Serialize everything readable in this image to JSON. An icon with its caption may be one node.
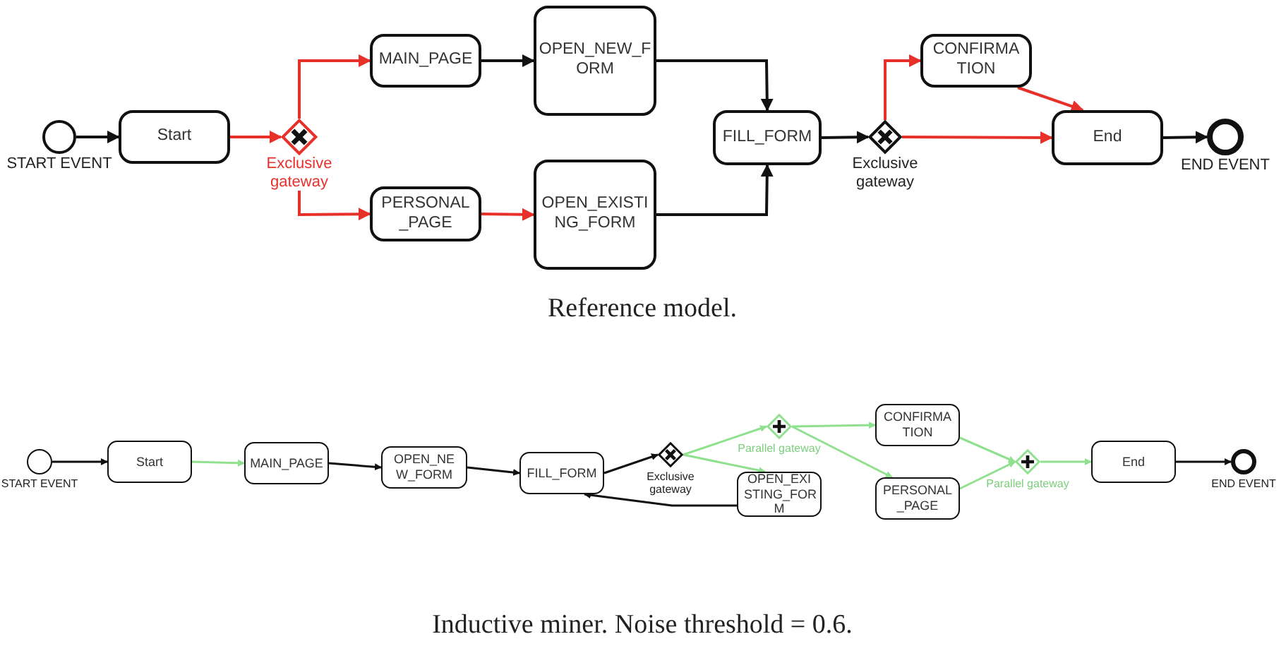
{
  "diagram": {
    "nodes": [
      {
        "text": [],
        "shape": "circle",
        "beside": [
          "START EVENT"
        ]
      },
      {
        "text": [
          "Start"
        ]
      },
      {
        "text": [],
        "shape": "diamond",
        "beside": [
          "Exclusive gateway"
        ]
      },
      {
        "text": [
          "MAIN_PAGE"
        ]
      },
      {
        "text": [
          "PERSONAL _PAGE"
        ]
      },
      {
        "text": [
          "OPEN_NEW_F ORM"
        ]
      },
      {
        "text": [
          "OPEN_EXISTI NG_FORM"
        ]
      },
      {
        "text": [
          "FILL_FORM"
        ]
      },
      {
        "text": [],
        "shape": "diamond",
        "beside": [
          "Exclusive gateway"
        ]
      },
      {
        "text": [
          "CONFIRMA TION"
        ]
      },
      {
        "text": [
          "End"
        ]
      },
      {
        "text": [],
        "shape": "circle",
        "beside": [
          "END EVENT"
        ]
      },
      {
        "text": [],
        "shape": "circle",
        "beside": [
          "START EVENT"
        ]
      },
      {
        "text": [
          "Start"
        ]
      },
      {
        "text": [
          "MAIN_PAGE"
        ]
      },
      {
        "text": [
          "OPEN_NE W_FORM"
        ]
      },
      {
        "text": [
          "FILL_FORM"
        ]
      },
      {
        "text": [],
        "shape": "diamond",
        "beside": [
          "Exclusive gateway"
        ]
      },
      {
        "text": [],
        "shape": "diamond",
        "beside": [
          "Parallel gateway"
        ]
      },
      {
        "text": [
          "OPEN_EXI STING_FOR M"
        ]
      },
      {
        "text": [
          "CONFIRMA TION"
        ]
      },
      {
        "text": [
          "PERSONAL _PAGE"
        ]
      },
      {
        "text": [],
        "shape": "diamond",
        "beside": [
          "Parallel gateway"
        ]
      },
      {
        "text": [
          "End"
        ]
      },
      {
        "text": [],
        "shape": "circle",
        "beside": [
          "END EVENT"
        ]
      }
    ],
    "edges": [
      {
        "from": 0,
        "to": 1,
        "arrow": "to"
      },
      {
        "from": 1,
        "to": 2,
        "arrow": "to",
        "color": "#e8302a"
      },
      {
        "from": 2,
        "to": 3,
        "arrow": "to",
        "color": "#e8302a"
      },
      {
        "from": 2,
        "to": 4,
        "arrow": "to",
        "color": "#e8302a"
      },
      {
        "from": 3,
        "to": 5,
        "arrow": "to"
      },
      {
        "from": 4,
        "to": 6,
        "arrow": "to",
        "color": "#e8302a"
      },
      {
        "from": 5,
        "to": 7,
        "arrow": "to"
      },
      {
        "from": 6,
        "to": 7,
        "arrow": "to"
      },
      {
        "from": 7,
        "to": 8,
        "arrow": "to"
      },
      {
        "from": 8,
        "to": 9,
        "arrow": "to",
        "color": "#e8302a"
      },
      {
        "from": 8,
        "to": 10,
        "arrow": "to",
        "color": "#e8302a"
      },
      {
        "from": 9,
        "to": 10,
        "arrow": "to",
        "color": "#e8302a"
      },
      {
        "from": 10,
        "to": 11,
        "arrow": "to"
      },
      {
        "from": 12,
        "to": 13,
        "arrow": "to"
      },
      {
        "from": 13,
        "to": 14,
        "arrow": "to",
        "color": "#8fe08f"
      },
      {
        "from": 14,
        "to": 15,
        "arrow": "to"
      },
      {
        "from": 15,
        "to": 16,
        "arrow": "to"
      },
      {
        "from": 16,
        "to": 17,
        "arrow": "to"
      },
      {
        "from": 19,
        "to": 16,
        "arrow": "to"
      },
      {
        "from": 17,
        "to": 18,
        "arrow": "to",
        "color": "#8fe08f"
      },
      {
        "from": 17,
        "to": 19,
        "arrow": "to",
        "color": "#8fe08f"
      },
      {
        "from": 18,
        "to": 20,
        "arrow": "to",
        "color": "#8fe08f"
      },
      {
        "from": 18,
        "to": 21,
        "arrow": "to",
        "color": "#8fe08f"
      },
      {
        "from": 20,
        "to": 22,
        "arrow": "to",
        "color": "#8fe08f"
      },
      {
        "from": 21,
        "to": 22,
        "arrow": "to",
        "color": "#8fe08f"
      },
      {
        "from": 22,
        "to": 23,
        "arrow": "to",
        "color": "#8fe08f"
      },
      {
        "from": 23,
        "to": 24,
        "arrow": "to"
      }
    ],
    "labels": [
      "Reference model.",
      "Inductive miner. Noise threshold = 0.6."
    ]
  }
}
